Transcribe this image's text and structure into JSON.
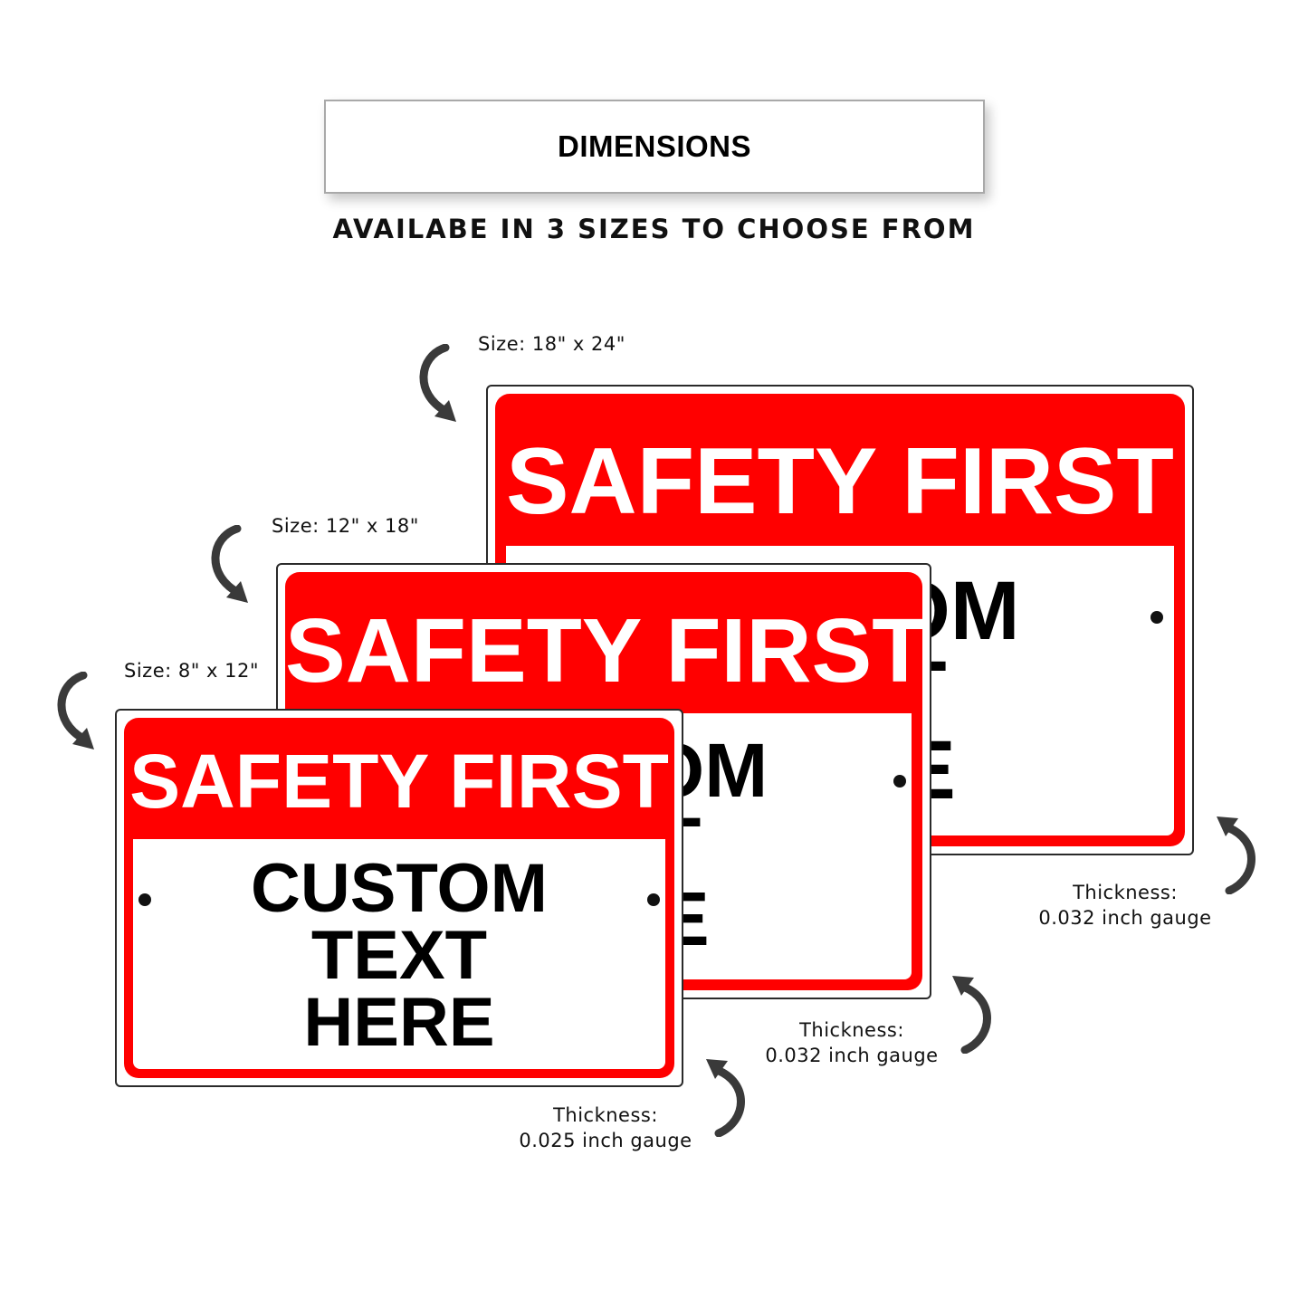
{
  "header": {
    "title": "DIMENSIONS",
    "subtitle": "AVAILABE IN 3 SIZES TO CHOOSE FROM"
  },
  "signs": [
    {
      "size_label": "Size: 18\" x 24\"",
      "title": "SAFETY FIRST",
      "body": [
        "CUSTOM",
        "TEXT",
        "HERE"
      ],
      "thickness_label": "Thickness:",
      "thickness_value": "0.032 inch gauge"
    },
    {
      "size_label": "Size: 12\" x 18\"",
      "title": "SAFETY FIRST",
      "body": [
        "CUSTOM",
        "TEXT",
        "HERE"
      ],
      "thickness_label": "Thickness:",
      "thickness_value": "0.032 inch gauge"
    },
    {
      "size_label": "Size: 8\" x 12\"",
      "title": "SAFETY FIRST",
      "body": [
        "CUSTOM",
        "TEXT",
        "HERE"
      ],
      "thickness_label": "Thickness:",
      "thickness_value": "0.025 inch gauge"
    }
  ],
  "colors": {
    "sign_red": "#ff0000",
    "sign_white": "#ffffff",
    "text_black": "#000000"
  },
  "icons": [
    "curved-arrow-icon",
    "mounting-hole"
  ]
}
